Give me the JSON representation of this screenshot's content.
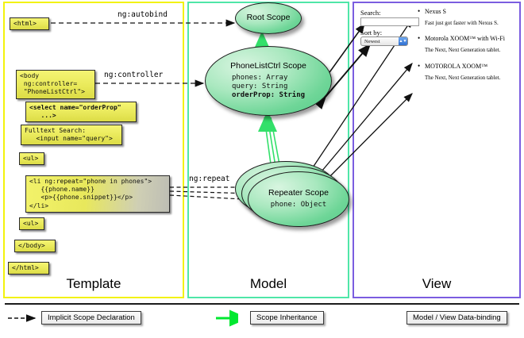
{
  "panels": {
    "template": {
      "label": "Template",
      "border_color": "#f2f20c",
      "code_boxes": [
        {
          "id": "html-open",
          "text": "<html>"
        },
        {
          "id": "body-open",
          "text": "<body\n ng:controller=\n \"PhoneListCtrl\">"
        },
        {
          "id": "select-tag",
          "text": "<select name=\"orderProp\"\n   ...>"
        },
        {
          "id": "fulltext",
          "text": "Fulltext Search:\n   <input name=\"query\">"
        },
        {
          "id": "ul-open",
          "text": "<ul>"
        },
        {
          "id": "li-repeat",
          "text": "<li ng:repeat=\"phone in phones\">\n   {{phone.name}}\n   <p>{{phone.snippet}}</p>\n</li>"
        },
        {
          "id": "ul-close",
          "text": "<ul>"
        },
        {
          "id": "body-close",
          "text": "</body>"
        },
        {
          "id": "html-close",
          "text": "</html>"
        }
      ]
    },
    "model": {
      "label": "Model",
      "border_color": "#4fe6a8",
      "scopes": [
        {
          "id": "root-scope",
          "title": "Root\nScope",
          "props": []
        },
        {
          "id": "phonelist-scope",
          "title": "PhoneListCtrl\nScope",
          "props": [
            {
              "text": "phones: Array",
              "bold": false
            },
            {
              "text": "query: String",
              "bold": false
            },
            {
              "text": "orderProp: String",
              "bold": true
            }
          ]
        },
        {
          "id": "repeater-scope",
          "title": "Repeater\nScope",
          "props": [
            {
              "text": "phone: Object",
              "bold": false
            }
          ]
        }
      ]
    },
    "view": {
      "label": "View",
      "border_color": "#7b5de0",
      "search_label": "Search:",
      "search_value": "",
      "sort_label": "Sort by:",
      "sort_selected": "Newest",
      "phones": [
        {
          "name": "Nexus S",
          "snippet": "Fast just got faster with Nexus S."
        },
        {
          "name": "Motorola XOOM™ with Wi-Fi",
          "snippet": "The Next, Next Generation tablet."
        },
        {
          "name": "MOTOROLA XOOM™",
          "snippet": "The Next, Next Generation tablet."
        }
      ]
    }
  },
  "edge_labels": [
    {
      "id": "ng-autobind",
      "text": "ng:autobind"
    },
    {
      "id": "ng-controller",
      "text": "ng:controller"
    },
    {
      "id": "ng-repeat",
      "text": "ng:repeat"
    }
  ],
  "legend": [
    {
      "id": "implicit-scope-declaration",
      "text": "Implicit Scope Declaration",
      "arrow": "dashed-black",
      "color": "#111111"
    },
    {
      "id": "scope-inheritance",
      "text": "Scope Inheritance",
      "arrow": "solid-green",
      "color": "#00e830"
    },
    {
      "id": "model-view-data-binding",
      "text": "Model / View Data-binding",
      "arrow": "double-black",
      "color": "#111111"
    }
  ]
}
